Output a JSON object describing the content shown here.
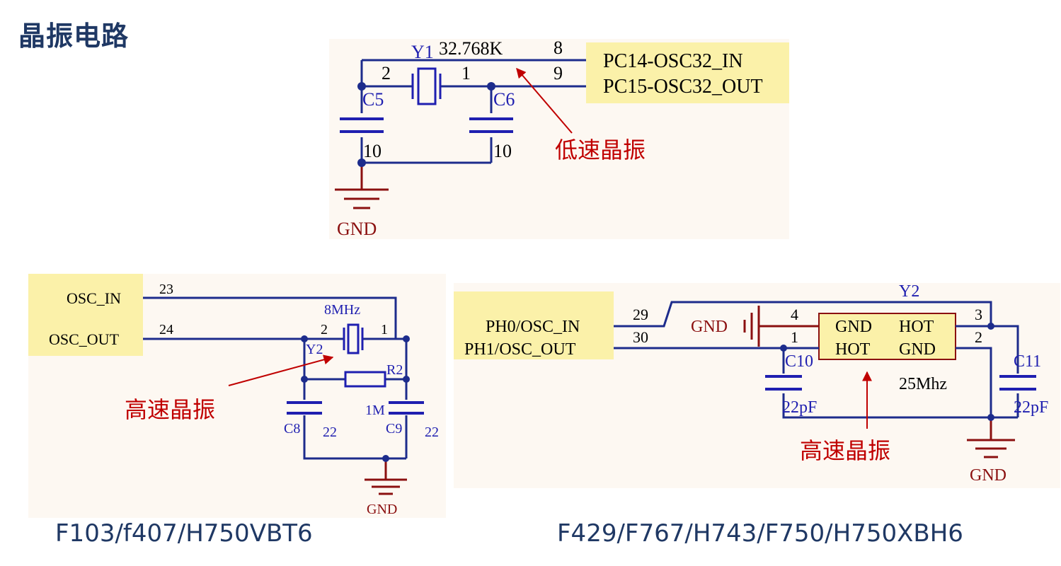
{
  "page": {
    "title": "晶振电路",
    "left_caption": "F103/f407/H750VBT6",
    "right_caption": "F429/F767/H743/F750/H750XBH6"
  },
  "colors": {
    "wire": "#1d2c8c",
    "component_blue": "#1f1fb0",
    "ground_red": "#8b1010",
    "annotation_red": "#c00000",
    "label_yellow": "#fbf1a9",
    "panel_bg": "#fdf8f2",
    "caption": "#1f3864"
  },
  "top_circuit": {
    "crystal_ref": "Y1",
    "crystal_value": "32.768K",
    "pin_8": "8",
    "pin_9": "9",
    "crystal_pin_2": "2",
    "crystal_pin_1": "1",
    "net_in": "PC14-OSC32_IN",
    "net_out": "PC15-OSC32_OUT",
    "cap_left_ref": "C5",
    "cap_left_value": "10",
    "cap_right_ref": "C6",
    "cap_right_value": "10",
    "gnd_label": "GND",
    "annotation": "低速晶振"
  },
  "left_circuit": {
    "net_in": "OSC_IN",
    "net_out": "OSC_OUT",
    "pin_in": "23",
    "pin_out": "24",
    "crystal_value": "8MHz",
    "crystal_ref": "Y2",
    "crystal_pin_2": "2",
    "crystal_pin_1": "1",
    "resistor_ref": "R2",
    "resistor_value": "1M",
    "cap_left_ref": "C8",
    "cap_left_value": "22",
    "cap_right_ref": "C9",
    "cap_right_value": "22",
    "gnd_label": "GND",
    "annotation": "高速晶振"
  },
  "right_circuit": {
    "net_in": "PH0/OSC_IN",
    "net_out": "PH1/OSC_OUT",
    "pin_in": "29",
    "pin_out": "30",
    "crystal_ref": "Y2",
    "crystal_value": "25Mhz",
    "gnd_text": "GND",
    "pin_4": "4",
    "pin_1": "1",
    "pin_3": "3",
    "pin_2": "2",
    "pkg_gnd_left": "GND",
    "pkg_hot_right": "HOT",
    "pkg_hot_left": "HOT",
    "pkg_gnd_right": "GND",
    "cap_left_ref": "C10",
    "cap_left_value": "22pF",
    "cap_right_ref": "C11",
    "cap_right_value": "22pF",
    "gnd_label": "GND",
    "annotation": "高速晶振"
  }
}
